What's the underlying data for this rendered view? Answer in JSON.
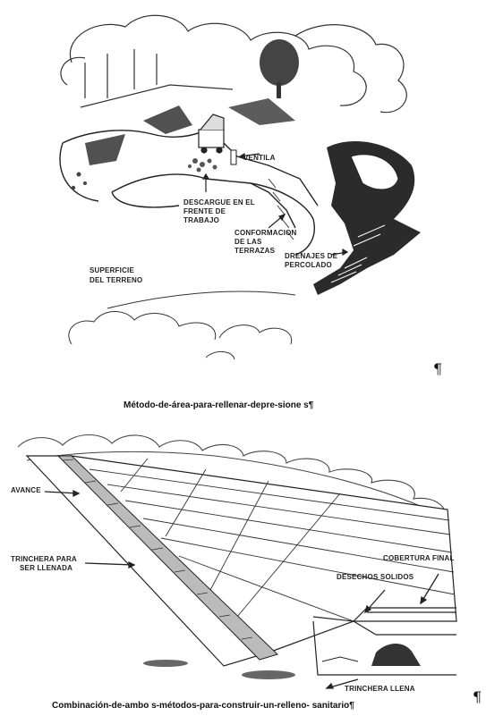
{
  "figure1": {
    "labels": {
      "ventila": "VENTILA",
      "descargue_1": "DESCARGUE EN EL",
      "descargue_2": "FRENTE DE",
      "descargue_3": "TRABAJO",
      "conformacion_1": "CONFORMACION",
      "conformacion_2": "DE LAS",
      "conformacion_3": "TERRAZAS",
      "drenajes_1": "DRENAJES DE",
      "drenajes_2": "PERCOLADO",
      "superficie_1": "SUPERFICIE",
      "superficie_2": "DEL TERRENO"
    },
    "caption": "Método-de-área-para-rellenar-depre-sione s¶",
    "pilcrow": "¶"
  },
  "figure2": {
    "labels": {
      "avance": "AVANCE",
      "trinchera_1": "TRINCHERA PARA",
      "trinchera_2": "SER LLENADA",
      "cobertura": "COBERTURA FINAL",
      "desechos": "DESECHOS SOLIDOS",
      "trinchera_llena": "TRINCHERA LLENA"
    },
    "caption": "Combinación-de-ambo s-métodos-para-construir-un-relleno- sanitario¶",
    "pilcrow": "¶"
  }
}
